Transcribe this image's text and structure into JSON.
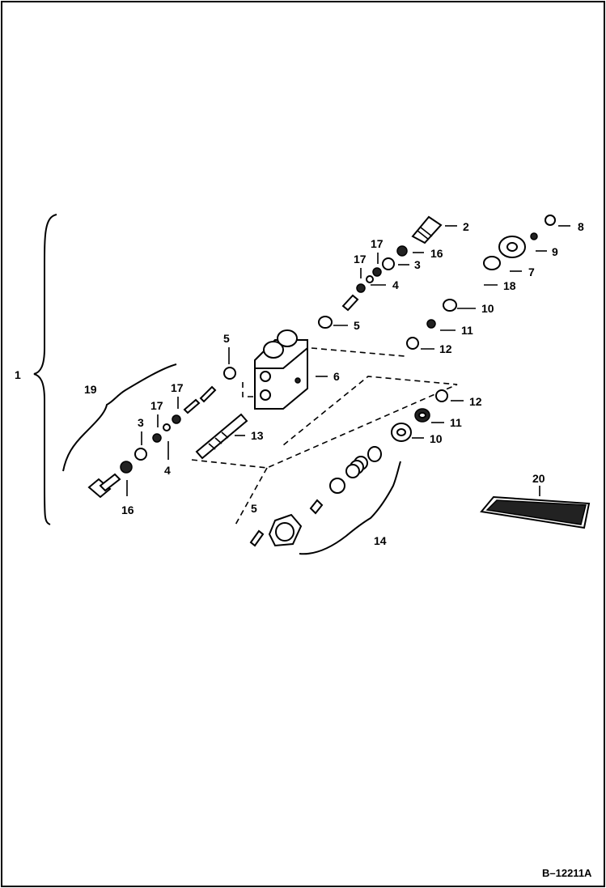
{
  "figure_id": "B–12211A",
  "callouts": {
    "c1": "1",
    "c2": "2",
    "c3a": "3",
    "c3b": "3",
    "c4a": "4",
    "c4b": "4",
    "c5a": "5",
    "c5b": "5",
    "c5c": "5",
    "c6": "6",
    "c7": "7",
    "c8": "8",
    "c9": "9",
    "c10a": "10",
    "c10b": "10",
    "c11a": "11",
    "c11b": "11",
    "c12a": "12",
    "c12b": "12",
    "c13": "13",
    "c14": "14",
    "c16a": "16",
    "c16b": "16",
    "c17a": "17",
    "c17b": "17",
    "c17c": "17",
    "c17d": "17",
    "c18": "18",
    "c19": "19",
    "c20": "20"
  }
}
